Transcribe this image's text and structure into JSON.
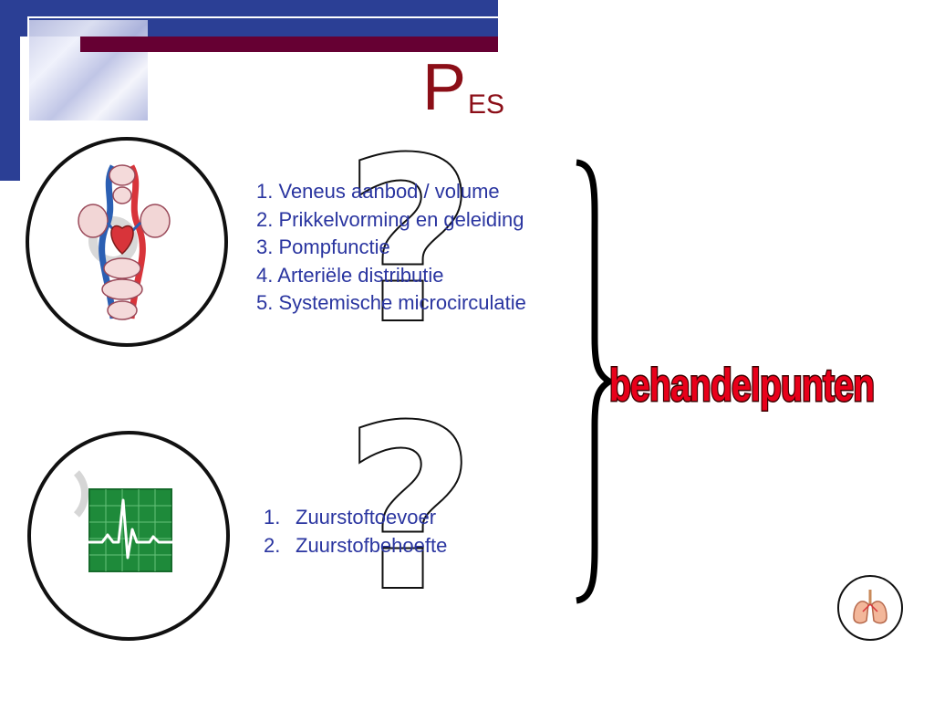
{
  "title": {
    "main": "P",
    "sub": "ES"
  },
  "list_top": [
    {
      "num": "1.",
      "text": "Veneus aanbod / volume"
    },
    {
      "num": "2.",
      "text": "Prikkelvorming en geleiding"
    },
    {
      "num": "3.",
      "text": "Pompfunctie"
    },
    {
      "num": "4.",
      "text": "Arteriële distributie"
    },
    {
      "num": "5.",
      "text": "Systemische microcirculatie"
    }
  ],
  "list_bottom": [
    {
      "num": "1.",
      "text": "Zuurstoftoevoer"
    },
    {
      "num": "2.",
      "text": "Zuurstofbehoefte"
    }
  ],
  "question_mark": "?",
  "brace_label": "behandelpunten",
  "icons": {
    "heart": "circulation-diagram-icon",
    "ecg": "ecg-monitor-icon",
    "lungs": "lungs-icon"
  },
  "colors": {
    "header_blue": "#2b3f95",
    "header_maroon": "#660033",
    "title": "#8b0e17",
    "list_text": "#2a35a0",
    "label_red": "#e8001a"
  }
}
